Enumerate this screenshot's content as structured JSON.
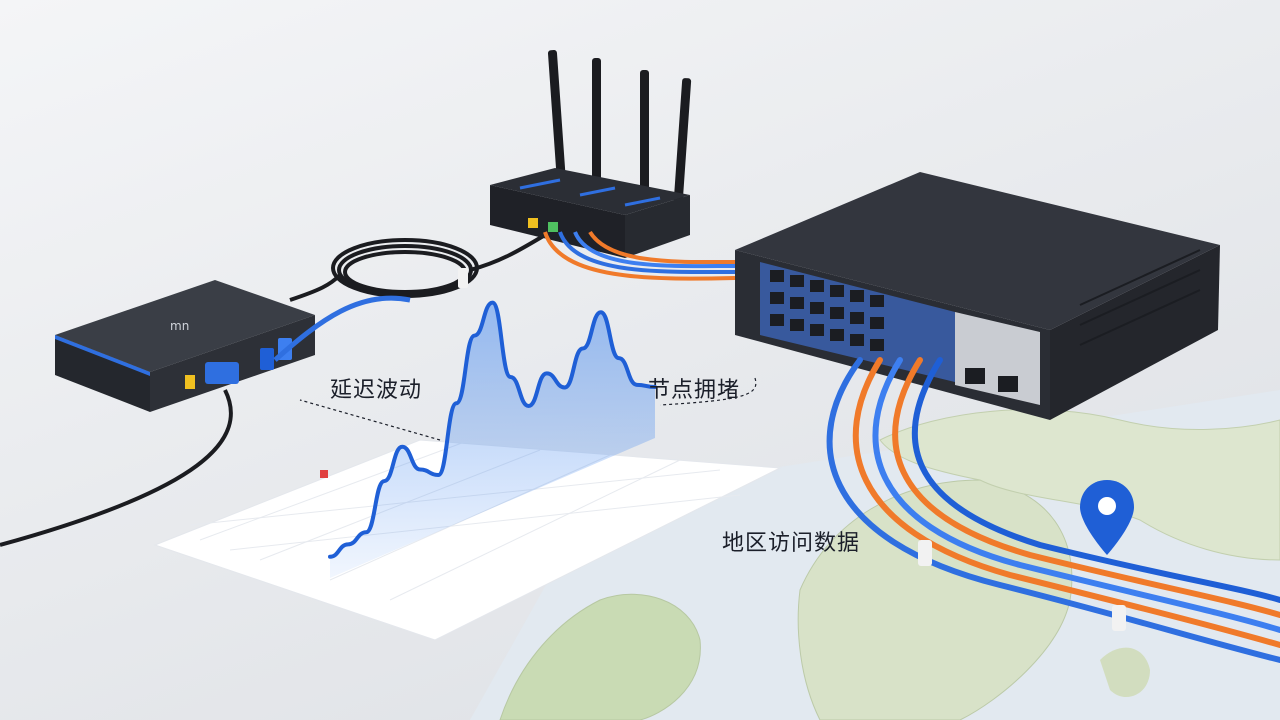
{
  "labels": {
    "latency": "延迟波动",
    "congestion": "节点拥堵",
    "regional": "地区访问数据"
  },
  "colors": {
    "accent": "#1f5fd6",
    "cable_orange": "#f07a2a",
    "cable_blue": "#2f6fe0",
    "device_dark": "#2b2e35",
    "map_land": "#cfdcc0",
    "map_sea": "#dfe7ef"
  },
  "icons": {
    "pin": "map-pin-icon",
    "modem": "modem-icon",
    "router": "router-icon",
    "switch": "network-switch-icon"
  },
  "latency_wave": [
    0.08,
    0.1,
    0.12,
    0.3,
    0.42,
    0.3,
    0.25,
    0.55,
    0.85,
    1.0,
    0.62,
    0.45,
    0.6,
    0.5,
    0.7,
    0.9,
    0.6,
    0.4,
    0.35
  ]
}
